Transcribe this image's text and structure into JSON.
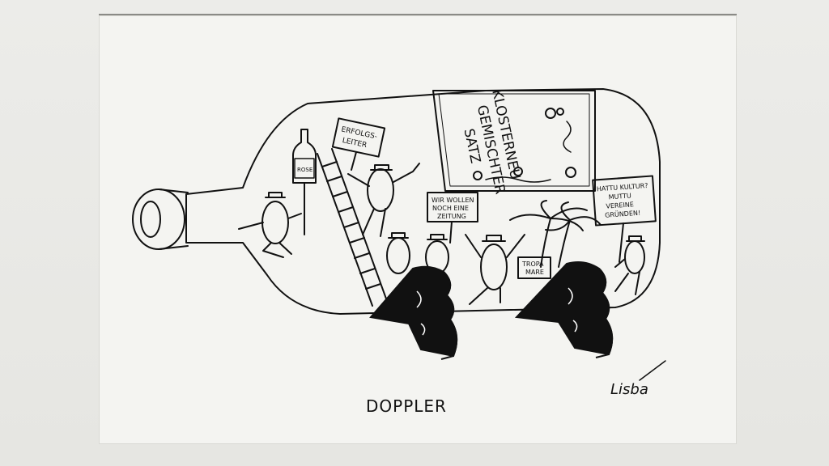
{
  "artwork": {
    "caption": "DOPPLER",
    "signature": "Lisba",
    "bottle_label": [
      "KLOSTERNEU",
      "GEMISCHTER",
      "SATZ"
    ],
    "small_bottle_label": "ROSE",
    "signs": {
      "ladder_sign": [
        "ERFOLGS-",
        "LEITER"
      ],
      "protest_sign": [
        "WIR WOLLEN",
        "NOCH EINE",
        "ZEITUNG"
      ],
      "culture_sign": [
        "HATTU KULTUR?",
        "MUTTU",
        "VEREINE",
        "GRÜNDEN!"
      ],
      "palm_sign": [
        "TROPA",
        "MARE"
      ]
    }
  }
}
